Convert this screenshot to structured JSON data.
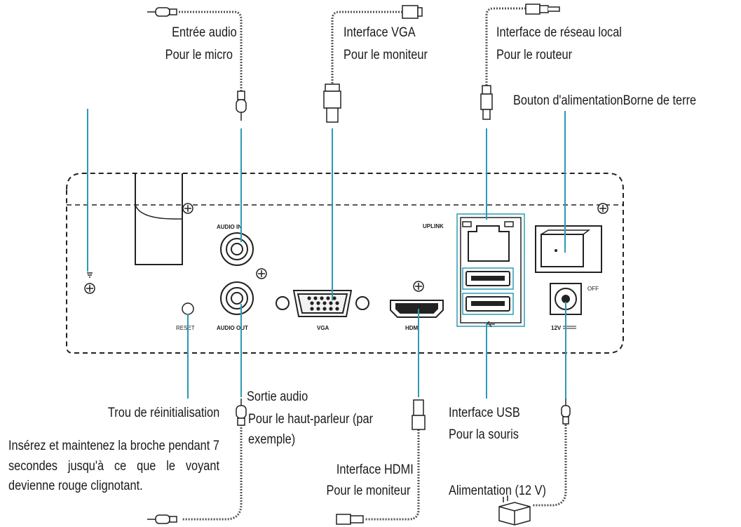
{
  "labels": {
    "audio_in_title": "Entrée audio",
    "audio_in_sub": "Pour le micro",
    "vga_title": "Interface VGA",
    "vga_sub": "Pour le moniteur",
    "lan_title": "Interface de réseau local",
    "lan_sub": "Pour le routeur",
    "power_ground": "Bouton d'alimentationBorne de terre",
    "audio_out_title": "Sortie audio",
    "audio_out_sub": "Pour le haut-parleur (par",
    "audio_out_sub2": "exemple)",
    "reset_title": "Trou de réinitialisation",
    "reset_note": "Insérez et maintenez la broche pendant 7 secondes jusqu'à ce que le voyant devienne rouge clignotant.",
    "hdmi_title": "Interface HDMI",
    "hdmi_sub": "Pour le moniteur",
    "usb_title": "Interface USB",
    "usb_sub": "Pour la souris",
    "power_supply": "Alimentation (12 V)"
  },
  "panel": {
    "audio_in": "AUDIO IN",
    "audio_out": "AUDIO OUT",
    "reset": "RESET",
    "vga": "VGA",
    "hdmi": "HDMI",
    "uplink": "UPLINK",
    "dc": "12V",
    "off": "OFF"
  },
  "colors": {
    "leader": "#2a9bb5",
    "device_outline": "#222222"
  }
}
